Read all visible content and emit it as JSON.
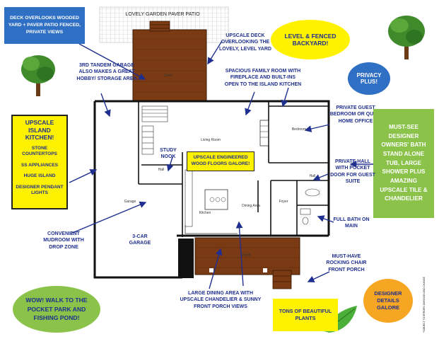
{
  "colors": {
    "navy": "#1f2f8f",
    "yellow": "#fff200",
    "green": "#8bc34a",
    "blue": "#2f6fc4",
    "orange": "#f6a623",
    "brown": "#7a3a14",
    "wall": "#111111"
  },
  "callouts": {
    "deck_overlooks": "DECK OVERLOOKS WOODED YARD + PAVER PATIO FENCED, PRIVATE VIEWS",
    "paver_patio": "LOVELY GARDEN PAVER PATIO",
    "level_fenced": "LEVEL & FENCED BACKYARD!",
    "upscale_deck": "UPSCALE DECK OVERLOOKING THE LOVELY, LEVEL YARD",
    "tandem_garage": "3RD TANDEM GARAGE ALSO MAKES A GREAT HOBBY/ STORAGE AREA",
    "family_room": "SPACIOUS FAMILY ROOM WITH FIREPLACE AND BUILT-INS OPEN TO THE ISLAND KITCHEN",
    "privacy_plus": "PRIVACY PLUS!",
    "guest_bedroom": "PRIVATE GUEST BEDROOM OR QUIET HOME OFFICE",
    "owners_bath": "MUST-SEE DESIGNER OWNERS' BATH STAND ALONE TUB, LARGE SHOWER PLUS AMAZING UPSCALE TILE & CHANDELIER",
    "island_kitchen_title": "UPSCALE ISLAND KITCHEN!",
    "kitchen_items": [
      "STONE COUNTERTOPS",
      "SS APPLIANCES",
      "HUGE ISLAND",
      "DESIGNER PENDANT LIGHTS"
    ],
    "study_nook": "STUDY NOOK",
    "wood_floors": "UPSCALE ENGINEERED WOOD FLOORS GALORE!",
    "private_hall": "PRIVATE HALL WITH POCKET DOOR FOR GUEST SUITE",
    "full_bath": "FULL BATH ON MAIN",
    "mudroom": "CONVENIENT MUDROOM WITH DROP ZONE",
    "garage_3car": "3-CAR GARAGE",
    "rocking_chair": "MUST-HAVE ROCKING CHAIR FRONT PORCH",
    "designer_details": "DESIGNER DETAILS GALORE",
    "dining_area": "LARGE DINING AREA WITH UPSCALE CHANDELIER & SUNNY FRONT PORCH VIEWS",
    "walk_park": "WOW! WALK TO THE POCKET PARK AND FISHING POND!",
    "plants": "TONS OF BEAUTIFUL PLANTS",
    "disclaimer": "*SUBJECT TO ERRORS OMISSION AND CHANGE"
  },
  "rooms": {
    "deck": "Deck",
    "living": "Living Room",
    "bedroom": "Bedroom",
    "hall_left": "Hall",
    "hall_right": "Hall",
    "garage": "Garage",
    "kitchen": "Kitchen",
    "dining": "Dining Area",
    "foyer": "Foyer",
    "porch": "Porch"
  }
}
